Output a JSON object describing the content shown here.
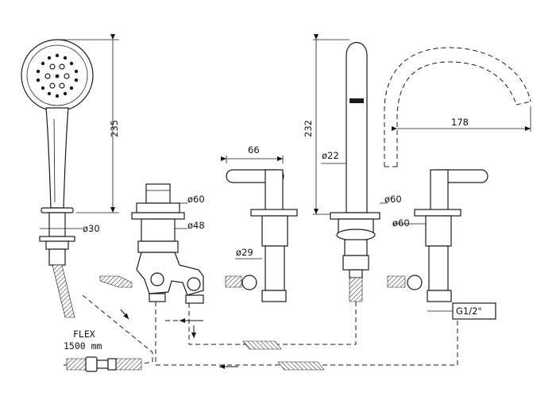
{
  "title": "",
  "dimensions": {
    "handshower_height": "235",
    "spout_height": "232",
    "spout_reach": "178",
    "lever_length": "66",
    "d_handshower_base": "ø30",
    "d_diverter_60": "ø60",
    "d_diverter_48": "ø48",
    "d_valve_29": "ø29",
    "d_spout_22": "ø22",
    "d_spout_base_60": "ø60",
    "d_right_valve_60": "ø60",
    "thread": "G1/2\""
  },
  "flex_hose": {
    "line1": "FLEX",
    "line2": "1500 mm"
  }
}
